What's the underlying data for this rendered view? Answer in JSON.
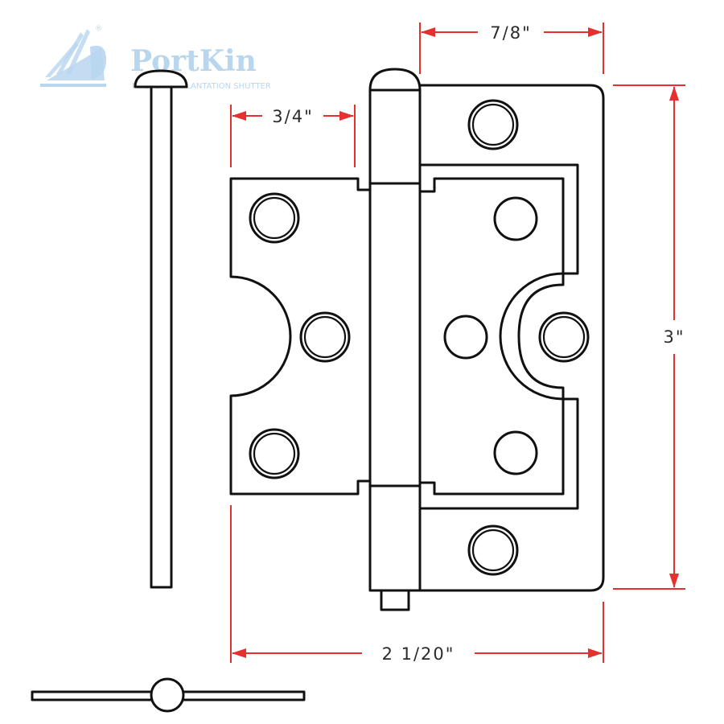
{
  "brand": {
    "name": "PortKin",
    "tagline": "MASTER OF PLANTATION SHUTTER",
    "registered_mark": "®",
    "color": "#b9d6ef"
  },
  "dimensions": {
    "leaf_width": "3/4\"",
    "knuckle_to_edge": "7/8\"",
    "height": "3\"",
    "overall_width": "2 1/20\""
  },
  "colors": {
    "outline": "#111111",
    "dimension_line": "#e5302f",
    "dimension_text": "#2b2b2b"
  }
}
